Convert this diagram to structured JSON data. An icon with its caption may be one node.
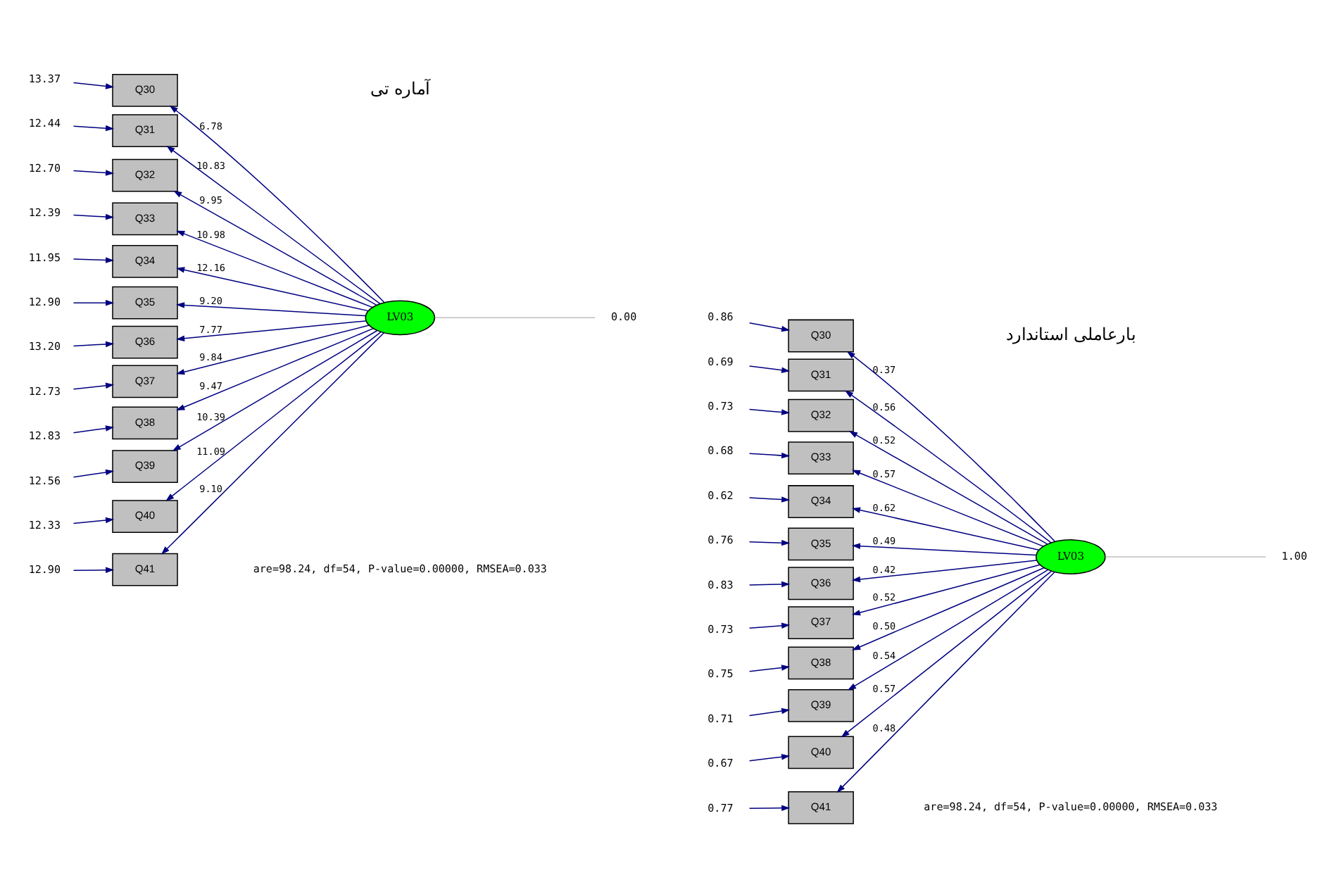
{
  "diagram": {
    "nodes": [
      {
        "text": [
          "LV03"
        ]
      },
      {
        "text": [
          "Q30"
        ]
      },
      {
        "text": [
          "Q31"
        ]
      },
      {
        "text": [
          "Q32"
        ]
      },
      {
        "text": [
          "Q33"
        ]
      },
      {
        "text": [
          "Q34"
        ]
      },
      {
        "text": [
          "Q35"
        ]
      },
      {
        "text": [
          "Q36"
        ]
      },
      {
        "text": [
          "Q37"
        ]
      },
      {
        "text": [
          "Q38"
        ]
      },
      {
        "text": [
          "Q39"
        ]
      },
      {
        "text": [
          "Q40"
        ]
      },
      {
        "text": [
          "Q41"
        ]
      },
      {
        "text": [
          "13.37"
        ]
      },
      {
        "text": [
          "12.44"
        ]
      },
      {
        "text": [
          "12.70"
        ]
      },
      {
        "text": [
          "12.39"
        ]
      },
      {
        "text": [
          "11.95"
        ]
      },
      {
        "text": [
          "12.90"
        ]
      },
      {
        "text": [
          "13.20"
        ]
      },
      {
        "text": [
          "12.73"
        ]
      },
      {
        "text": [
          "12.83"
        ]
      },
      {
        "text": [
          "12.56"
        ]
      },
      {
        "text": [
          "12.33"
        ]
      },
      {
        "text": [
          "12.90"
        ]
      },
      {
        "text": [
          "0.00"
        ]
      },
      {
        "text": [
          "LV03"
        ]
      },
      {
        "text": [
          "Q30"
        ]
      },
      {
        "text": [
          "Q31"
        ]
      },
      {
        "text": [
          "Q32"
        ]
      },
      {
        "text": [
          "Q33"
        ]
      },
      {
        "text": [
          "Q34"
        ]
      },
      {
        "text": [
          "Q35"
        ]
      },
      {
        "text": [
          "Q36"
        ]
      },
      {
        "text": [
          "Q37"
        ]
      },
      {
        "text": [
          "Q38"
        ]
      },
      {
        "text": [
          "Q39"
        ]
      },
      {
        "text": [
          "Q40"
        ]
      },
      {
        "text": [
          "Q41"
        ]
      },
      {
        "text": [
          "0.86"
        ]
      },
      {
        "text": [
          "0.69"
        ]
      },
      {
        "text": [
          "0.73"
        ]
      },
      {
        "text": [
          "0.68"
        ]
      },
      {
        "text": [
          "0.62"
        ]
      },
      {
        "text": [
          "0.76"
        ]
      },
      {
        "text": [
          "0.83"
        ]
      },
      {
        "text": [
          "0.73"
        ]
      },
      {
        "text": [
          "0.75"
        ]
      },
      {
        "text": [
          "0.71"
        ]
      },
      {
        "text": [
          "0.67"
        ]
      },
      {
        "text": [
          "0.77"
        ]
      },
      {
        "text": [
          "1.00"
        ]
      }
    ],
    "edges": [
      {
        "from": 0,
        "to": 1,
        "arrow": "to",
        "label": "6.78"
      },
      {
        "from": 0,
        "to": 2,
        "arrow": "to",
        "label": "10.83"
      },
      {
        "from": 0,
        "to": 3,
        "arrow": "to",
        "label": "9.95"
      },
      {
        "from": 0,
        "to": 4,
        "arrow": "to",
        "label": "10.98"
      },
      {
        "from": 0,
        "to": 5,
        "arrow": "to",
        "label": "12.16"
      },
      {
        "from": 0,
        "to": 6,
        "arrow": "to",
        "label": "9.20"
      },
      {
        "from": 0,
        "to": 7,
        "arrow": "to",
        "label": "7.77"
      },
      {
        "from": 0,
        "to": 8,
        "arrow": "to",
        "label": "9.84"
      },
      {
        "from": 0,
        "to": 9,
        "arrow": "to",
        "label": "9.47"
      },
      {
        "from": 0,
        "to": 10,
        "arrow": "to",
        "label": "10.39"
      },
      {
        "from": 0,
        "to": 11,
        "arrow": "to",
        "label": "11.09"
      },
      {
        "from": 0,
        "to": 12,
        "arrow": "to",
        "label": "9.10"
      },
      {
        "from": 13,
        "to": 1,
        "arrow": "to"
      },
      {
        "from": 14,
        "to": 2,
        "arrow": "to"
      },
      {
        "from": 15,
        "to": 3,
        "arrow": "to"
      },
      {
        "from": 16,
        "to": 4,
        "arrow": "to"
      },
      {
        "from": 17,
        "to": 5,
        "arrow": "to"
      },
      {
        "from": 18,
        "to": 6,
        "arrow": "to"
      },
      {
        "from": 19,
        "to": 7,
        "arrow": "to"
      },
      {
        "from": 20,
        "to": 8,
        "arrow": "to"
      },
      {
        "from": 21,
        "to": 9,
        "arrow": "to"
      },
      {
        "from": 22,
        "to": 10,
        "arrow": "to"
      },
      {
        "from": 23,
        "to": 11,
        "arrow": "to"
      },
      {
        "from": 24,
        "to": 12,
        "arrow": "to"
      },
      {
        "from": 25,
        "to": 0,
        "arrow": "none",
        "color": "#c0c0c0"
      },
      {
        "from": 26,
        "to": 27,
        "arrow": "to",
        "label": "0.37"
      },
      {
        "from": 26,
        "to": 28,
        "arrow": "to",
        "label": "0.56"
      },
      {
        "from": 26,
        "to": 29,
        "arrow": "to",
        "label": "0.52"
      },
      {
        "from": 26,
        "to": 30,
        "arrow": "to",
        "label": "0.57"
      },
      {
        "from": 26,
        "to": 31,
        "arrow": "to",
        "label": "0.62"
      },
      {
        "from": 26,
        "to": 32,
        "arrow": "to",
        "label": "0.49"
      },
      {
        "from": 26,
        "to": 33,
        "arrow": "to",
        "label": "0.42"
      },
      {
        "from": 26,
        "to": 34,
        "arrow": "to",
        "label": "0.52"
      },
      {
        "from": 26,
        "to": 35,
        "arrow": "to",
        "label": "0.50"
      },
      {
        "from": 26,
        "to": 36,
        "arrow": "to",
        "label": "0.54"
      },
      {
        "from": 26,
        "to": 37,
        "arrow": "to",
        "label": "0.57"
      },
      {
        "from": 26,
        "to": 38,
        "arrow": "to",
        "label": "0.48"
      },
      {
        "from": 39,
        "to": 27,
        "arrow": "to"
      },
      {
        "from": 40,
        "to": 28,
        "arrow": "to"
      },
      {
        "from": 41,
        "to": 29,
        "arrow": "to"
      },
      {
        "from": 42,
        "to": 30,
        "arrow": "to"
      },
      {
        "from": 43,
        "to": 31,
        "arrow": "to"
      },
      {
        "from": 44,
        "to": 32,
        "arrow": "to"
      },
      {
        "from": 45,
        "to": 33,
        "arrow": "to"
      },
      {
        "from": 46,
        "to": 34,
        "arrow": "to"
      },
      {
        "from": 47,
        "to": 35,
        "arrow": "to"
      },
      {
        "from": 48,
        "to": 36,
        "arrow": "to"
      },
      {
        "from": 49,
        "to": 37,
        "arrow": "to"
      },
      {
        "from": 50,
        "to": 38,
        "arrow": "to"
      },
      {
        "from": 51,
        "to": 26,
        "arrow": "none",
        "color": "#c0c0c0"
      }
    ],
    "labels": [
      "آماره تی",
      "بارعاملی استاندارد",
      "are=98.24, df=54, P-value=0.00000, RMSEA=0.033",
      "are=98.24, df=54, P-value=0.00000, RMSEA=0.033"
    ]
  }
}
